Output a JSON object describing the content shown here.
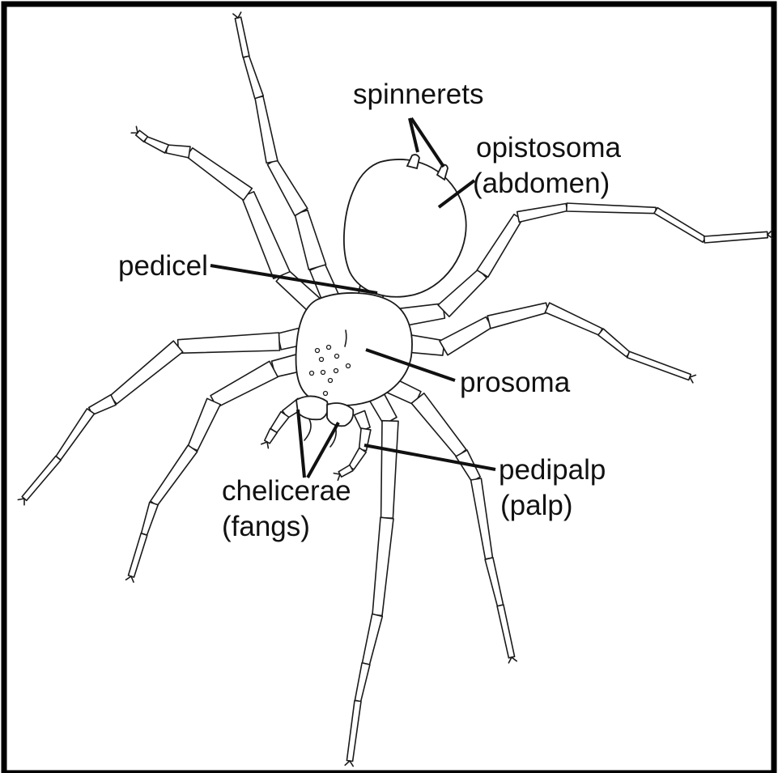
{
  "diagram": {
    "labels": {
      "spinnerets": "spinnerets",
      "opistosoma": "opistosoma",
      "opistosoma_alt": "(abdomen)",
      "pedicel": "pedicel",
      "prosoma": "prosoma",
      "pedipalp": "pedipalp",
      "pedipalp_alt": "(palp)",
      "chelicerae": "chelicerae",
      "chelicerae_alt": "(fangs)"
    },
    "colors": {
      "line": "#1a1a1a",
      "fill": "#ffffff",
      "frame": "#000000"
    }
  }
}
